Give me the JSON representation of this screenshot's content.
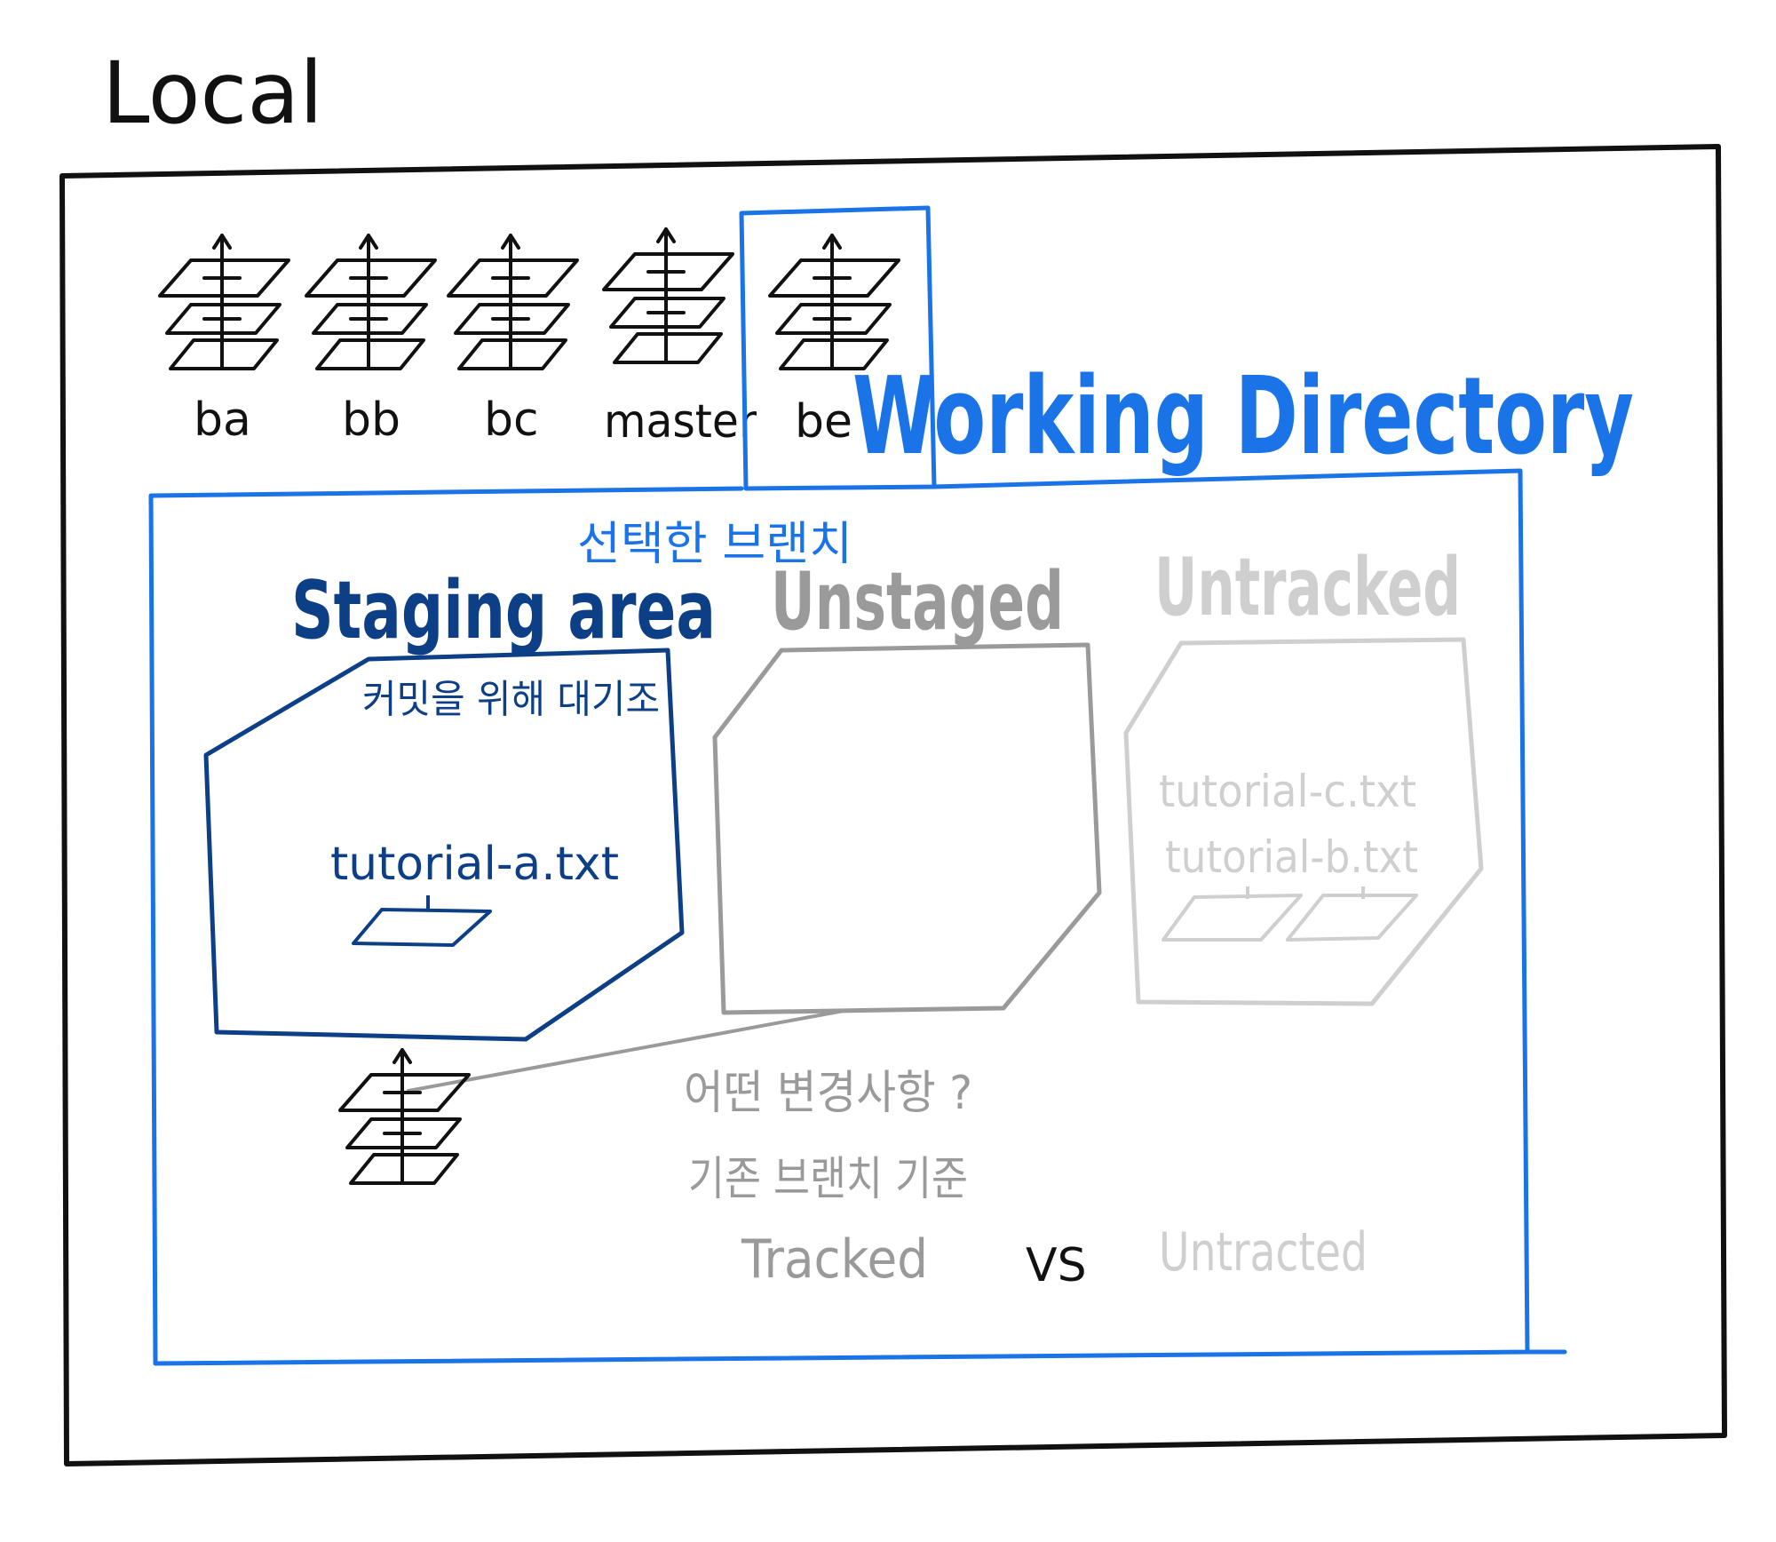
{
  "title": "Local",
  "branches": [
    {
      "name": "ba"
    },
    {
      "name": "bb"
    },
    {
      "name": "bc"
    },
    {
      "name": "master"
    },
    {
      "name": "be"
    }
  ],
  "working_directory": {
    "label": "Working Directory",
    "selected_branch_note": "선택한 브랜치"
  },
  "staging": {
    "label": "Staging area",
    "note": "커밋을 위해 대기조",
    "file": "tutorial-a.txt"
  },
  "unstaged": {
    "label": "Unstaged"
  },
  "untracked": {
    "label": "Untracked",
    "files": [
      "tutorial-c.txt",
      "tutorial-b.txt"
    ]
  },
  "notes": {
    "question": "어떤 변경사항 ?",
    "basis": "기존 브랜치 기준",
    "tracked": "Tracked",
    "vs": "VS",
    "untracked": "Untracted"
  },
  "colors": {
    "black": "#111111",
    "blue": "#1a74e8",
    "navy": "#0d3f86",
    "gray": "#9a9a9a",
    "light_gray": "#cfcfcf"
  }
}
